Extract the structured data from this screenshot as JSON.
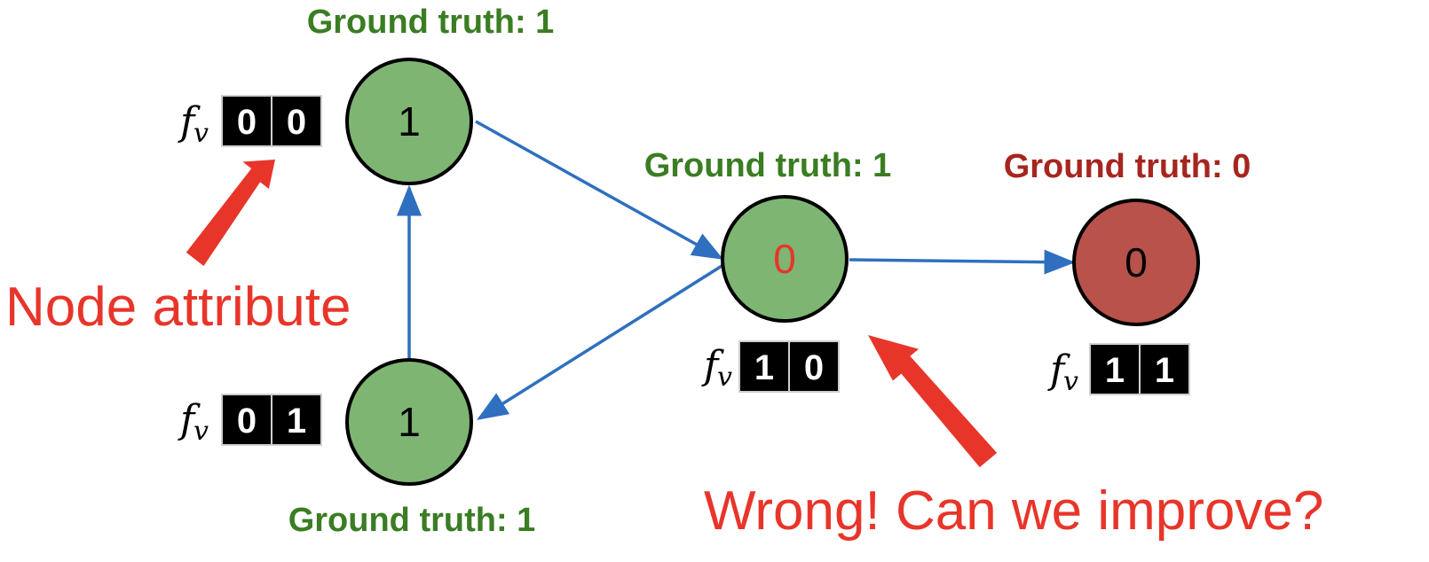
{
  "colors": {
    "green_node": "#7eb573",
    "red_node": "#b8524b",
    "edge": "#2f6fbf",
    "gt_green": "#3a7d23",
    "gt_red": "#a6261f",
    "annotation_red": "#e8352a"
  },
  "nodes": [
    {
      "id": "top-left",
      "label": "1",
      "ground_truth": "Ground truth: 1",
      "feature_symbol": "f",
      "feature_sub": "v",
      "features": [
        "0",
        "0"
      ]
    },
    {
      "id": "bottom-left",
      "label": "1",
      "ground_truth": "Ground truth: 1",
      "feature_symbol": "f",
      "feature_sub": "v",
      "features": [
        "0",
        "1"
      ]
    },
    {
      "id": "middle",
      "label": "0",
      "ground_truth": "Ground truth: 1",
      "feature_symbol": "f",
      "feature_sub": "v",
      "features": [
        "1",
        "0"
      ]
    },
    {
      "id": "right",
      "label": "0",
      "ground_truth": "Ground truth: 0",
      "feature_symbol": "f",
      "feature_sub": "v",
      "features": [
        "1",
        "1"
      ]
    }
  ],
  "annotations": {
    "node_attribute": "Node attribute",
    "wrong": "Wrong! Can we improve?"
  }
}
